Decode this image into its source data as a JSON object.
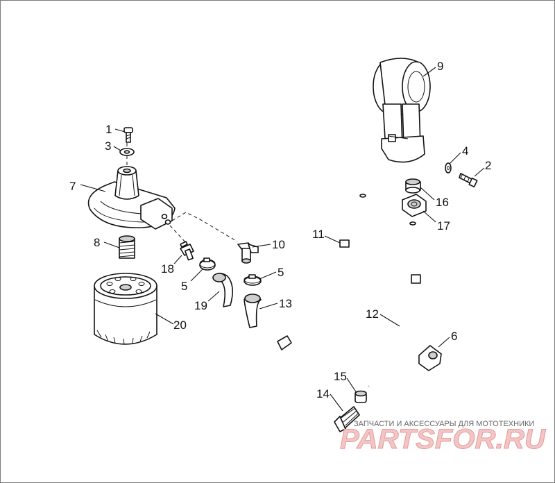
{
  "callouts": [
    {
      "num": "1"
    },
    {
      "num": "3"
    },
    {
      "num": "7"
    },
    {
      "num": "8"
    },
    {
      "num": "20"
    },
    {
      "num": "18"
    },
    {
      "num": "5"
    },
    {
      "num": "19"
    },
    {
      "num": "10"
    },
    {
      "num": "5"
    },
    {
      "num": "13"
    },
    {
      "num": "9"
    },
    {
      "num": "4"
    },
    {
      "num": "2"
    },
    {
      "num": "16"
    },
    {
      "num": "17"
    },
    {
      "num": "11"
    },
    {
      "num": "12"
    },
    {
      "num": "6"
    },
    {
      "num": "15"
    },
    {
      "num": "14"
    }
  ],
  "watermark": {
    "caption": "ЗАПЧАСТИ И АКСЕССУАРЫ ДЛЯ МОТОТЕХНИКИ",
    "logo_text": "PARTSFOR.RU"
  },
  "colors": {
    "line": "#111111",
    "part_fill": "#ffffff",
    "shade": "#cfcfcf",
    "watermark": "#f2c6c6"
  }
}
